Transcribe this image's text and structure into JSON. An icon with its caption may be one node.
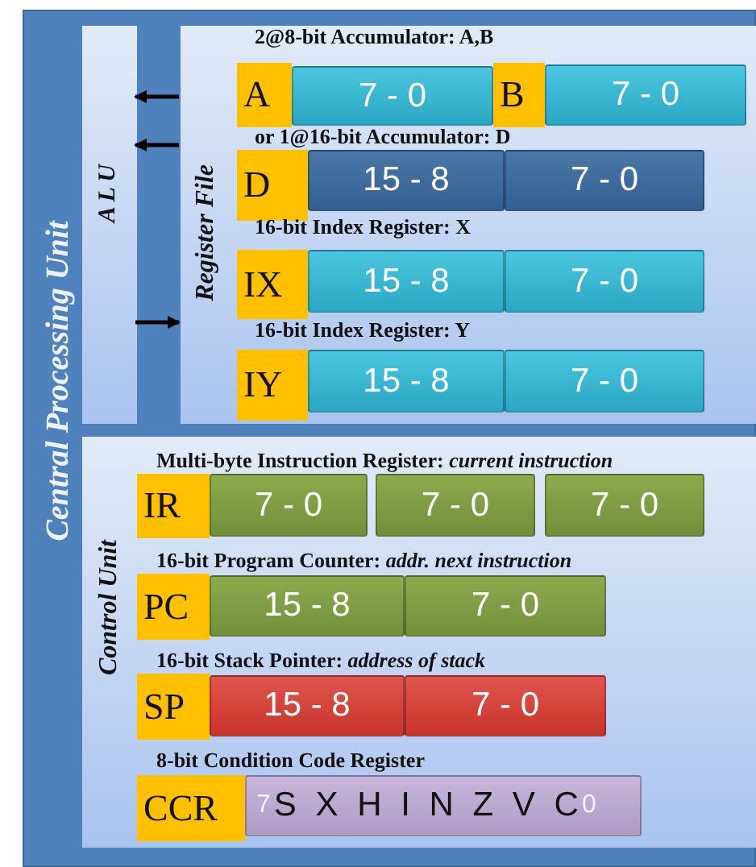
{
  "diagram": {
    "nodes": [
      {
        "text": [
          "Central Processing Unit"
        ]
      },
      {
        "text": [
          "A L U"
        ],
        "in": 0
      },
      {
        "text": [
          "Register File"
        ],
        "in": 0
      },
      {
        "text": [
          "A"
        ],
        "in": 2
      },
      {
        "text": [
          "7 - 0"
        ],
        "in": 2
      },
      {
        "text": [
          "B"
        ],
        "in": 2
      },
      {
        "text": [
          "7 - 0"
        ],
        "in": 2
      },
      {
        "text": [
          "D"
        ],
        "in": 2
      },
      {
        "text": [
          "15 - 8"
        ],
        "in": 2
      },
      {
        "text": [
          "7 - 0"
        ],
        "in": 2
      },
      {
        "text": [
          "IX"
        ],
        "in": 2
      },
      {
        "text": [
          "15 - 8"
        ],
        "in": 2
      },
      {
        "text": [
          "7 - 0"
        ],
        "in": 2
      },
      {
        "text": [
          "IY"
        ],
        "in": 2
      },
      {
        "text": [
          "15 - 8"
        ],
        "in": 2
      },
      {
        "text": [
          "7 - 0"
        ],
        "in": 2
      },
      {
        "text": [
          "Control Unit"
        ],
        "in": 0
      },
      {
        "text": [
          "IR"
        ],
        "in": 16
      },
      {
        "text": [
          "7 - 0"
        ],
        "in": 16
      },
      {
        "text": [
          "7 - 0"
        ],
        "in": 16
      },
      {
        "text": [
          "7 - 0"
        ],
        "in": 16
      },
      {
        "text": [
          "PC"
        ],
        "in": 16
      },
      {
        "text": [
          "15 - 8"
        ],
        "in": 16
      },
      {
        "text": [
          "7 - 0"
        ],
        "in": 16
      },
      {
        "text": [
          "SP"
        ],
        "in": 16
      },
      {
        "text": [
          "15 - 8"
        ],
        "in": 16
      },
      {
        "text": [
          "7 - 0"
        ],
        "in": 16
      },
      {
        "text": [
          "CCR"
        ],
        "in": 16
      },
      {
        "text": [
          "7",
          "S X H I N Z V C",
          "0"
        ],
        "in": 16
      }
    ],
    "edges": [
      {
        "from": 2,
        "to": 1,
        "arrow": "to"
      },
      {
        "from": 2,
        "to": 1,
        "arrow": "to"
      },
      {
        "from": 1,
        "to": 2,
        "arrow": "to"
      }
    ],
    "labels": [
      "2@8-bit Accumulator: A,B",
      "or 1@16-bit Accumulator: D",
      "16-bit Index Register: X",
      "16-bit Index Register: Y",
      "Multi-byte Instruction Register: *current instruction*",
      "16-bit Program Counter: *addr. next instruction*",
      "16-bit Stack Pointer: *address of stack*",
      "8-bit Condition Code Register"
    ]
  }
}
